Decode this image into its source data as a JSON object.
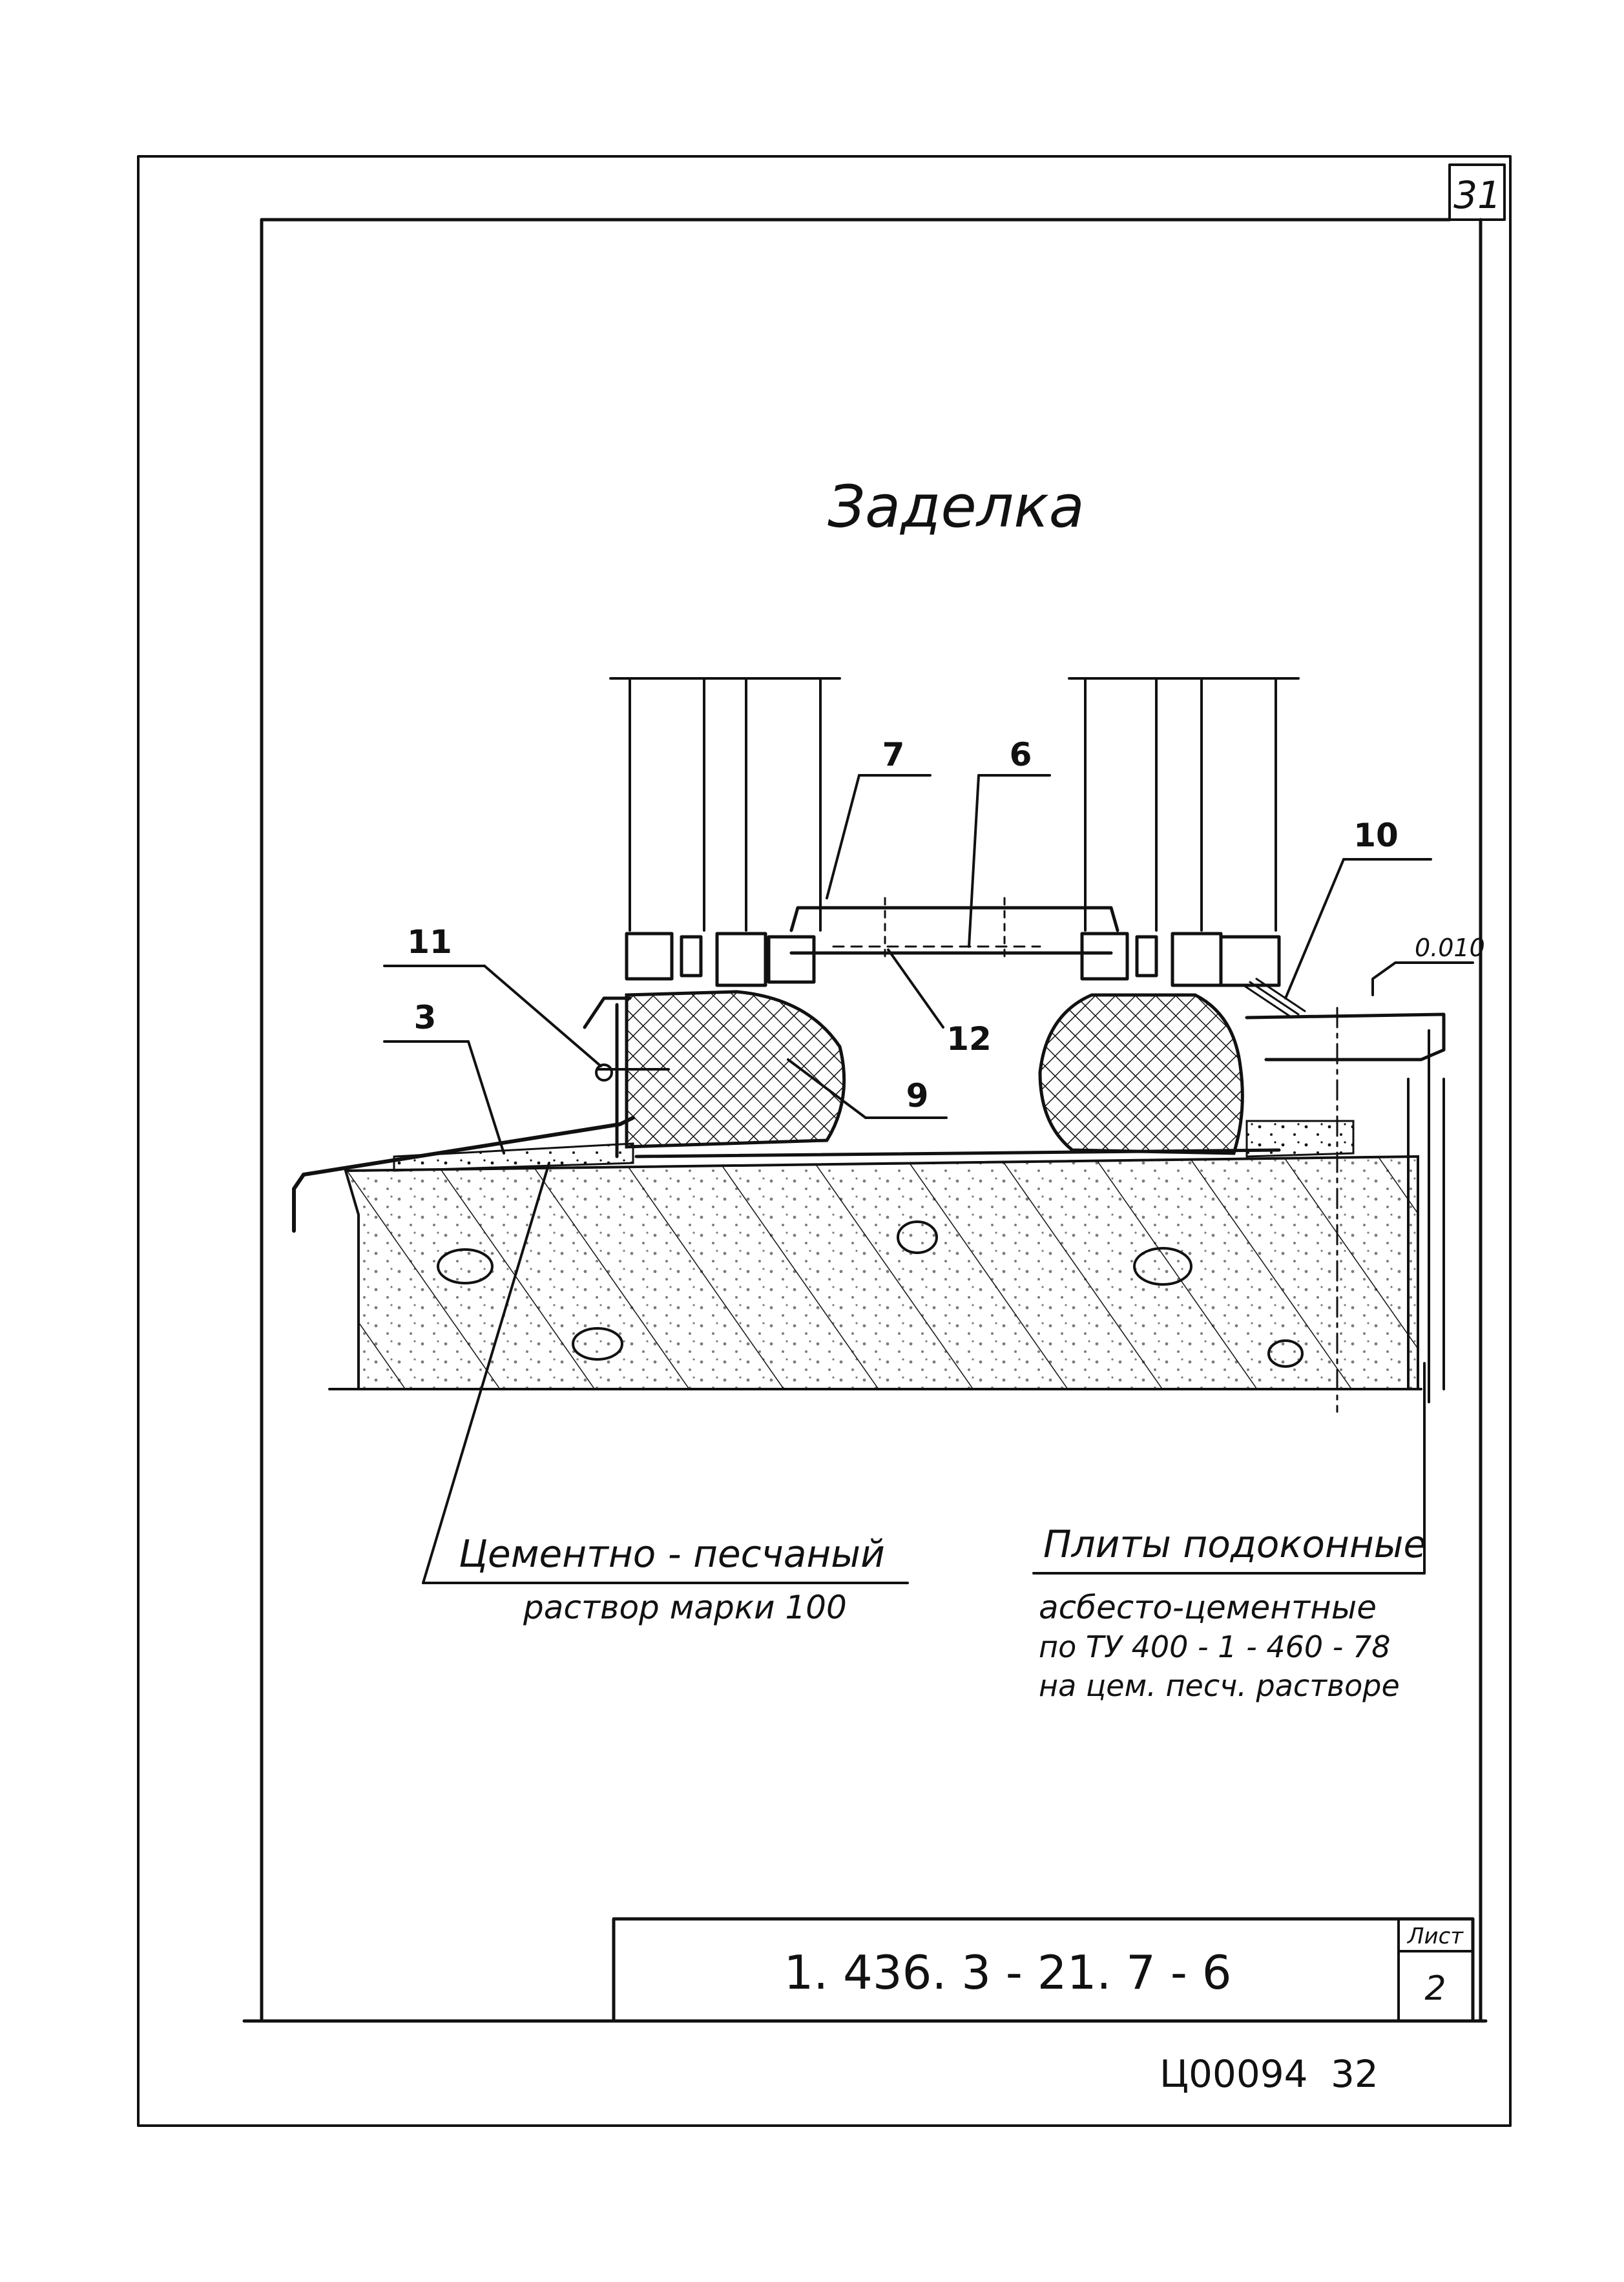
{
  "sheet": {
    "page_number": "31",
    "title": "Заделка",
    "callouts": [
      "7",
      "6",
      "10",
      "11",
      "3",
      "12",
      "9"
    ],
    "level_mark": "0.010",
    "note_left": {
      "line1": "Цементно - песчаный",
      "line2": "раствор марки 100"
    },
    "note_right": {
      "line1": "Плиты подоконные",
      "line2": "асбесто-цементные",
      "line3": "по ТУ 400 - 1 - 460 - 78",
      "line4": "на цем. песч. растворе"
    },
    "title_block": {
      "designation": "1. 436. 3 - 21. 7 - 6",
      "sheet_label": "Лист",
      "sheet_number": "2"
    },
    "footer": {
      "code": "Ц00094",
      "number": "32"
    }
  }
}
